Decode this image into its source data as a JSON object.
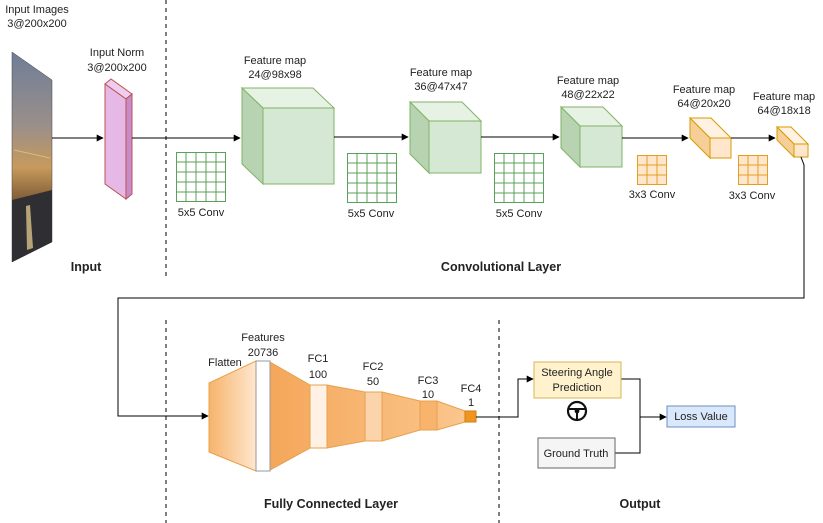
{
  "input": {
    "images_label": "Input Images",
    "images_dims": "3@200x200",
    "norm_label": "Input Norm",
    "norm_dims": "3@200x200"
  },
  "feature_maps": [
    {
      "label": "Feature map",
      "dims": "24@98x98"
    },
    {
      "label": "Feature map",
      "dims": "36@47x47"
    },
    {
      "label": "Feature map",
      "dims": "48@22x22"
    },
    {
      "label": "Feature map",
      "dims": "64@20x20"
    },
    {
      "label": "Feature map",
      "dims": "64@18x18"
    }
  ],
  "convs": [
    "5x5 Conv",
    "5x5 Conv",
    "5x5 Conv",
    "3x3 Conv",
    "3x3 Conv"
  ],
  "sections": {
    "input": "Input",
    "conv": "Convolutional Layer",
    "fc": "Fully Connected Layer",
    "output": "Output"
  },
  "fc": {
    "flatten": "Flatten",
    "features_label": "Features",
    "features_count": "20736",
    "layers": [
      {
        "name": "FC1",
        "size": "100"
      },
      {
        "name": "FC2",
        "size": "50"
      },
      {
        "name": "FC3",
        "size": "10"
      },
      {
        "name": "FC4",
        "size": "1"
      }
    ]
  },
  "output": {
    "prediction_line1": "Steering Angle",
    "prediction_line2": "Prediction",
    "ground_truth": "Ground Truth",
    "loss": "Loss Value"
  },
  "colors": {
    "conv_block_fill": "#d5e8d4",
    "conv_block_stroke": "#82b366",
    "orange_block_fill": "#ffe6cc",
    "orange_block_stroke": "#d79b00",
    "norm_fill": "#e6b8e6",
    "norm_stroke": "#b85450",
    "prediction_fill": "#fff2cc",
    "prediction_stroke": "#d6b656",
    "loss_fill": "#dae8fc",
    "loss_stroke": "#6c8ebf",
    "ground_truth_fill": "#f5f5f5"
  }
}
